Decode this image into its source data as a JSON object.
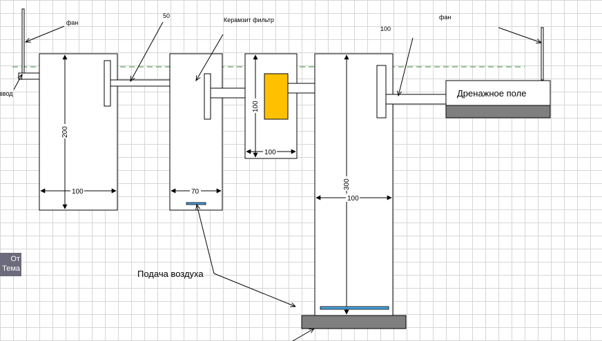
{
  "labels": {
    "fan_left": "фан",
    "fan_right": "фан",
    "inlet": "ввод",
    "pipe_50": "50",
    "keramzit": "Керамзит фильтр",
    "pipe_100": "100",
    "drain_field": "Дренажное поле",
    "air_supply": "Подача воздуха"
  },
  "dimensions": {
    "tank1_height": "200",
    "tank1_width": "100",
    "tank2_width": "70",
    "filter_height": "100",
    "filter_width": "100",
    "tank4_height": "300",
    "tank4_width": "100"
  },
  "side_tab": {
    "line1": "От",
    "line2": "Тема"
  },
  "colors": {
    "grid": "#d6d6d6",
    "filter_fill": "#ffc000",
    "base_fill": "#7f7f7f",
    "aerator_fill": "#4aa3df",
    "water_level": "#2e8b2e"
  }
}
